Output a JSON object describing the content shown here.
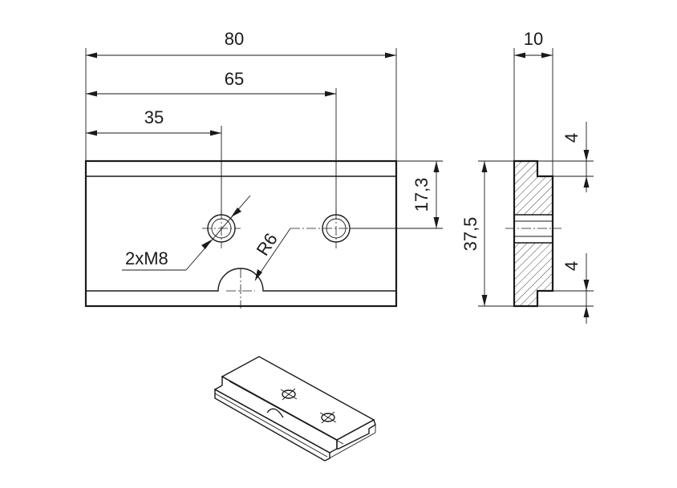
{
  "drawing": {
    "front_view": {
      "dim_overall_width": "80",
      "dim_hole2": "65",
      "dim_hole1": "35",
      "dim_hole_height": "17,3",
      "thread_label": "2xM8",
      "radius_label": "R6"
    },
    "side_view": {
      "dim_thickness": "10",
      "dim_height": "37,5",
      "dim_groove_top": "4",
      "dim_groove_bottom": "4"
    }
  },
  "colors": {
    "line": "#1a1a1a",
    "background": "#ffffff"
  }
}
